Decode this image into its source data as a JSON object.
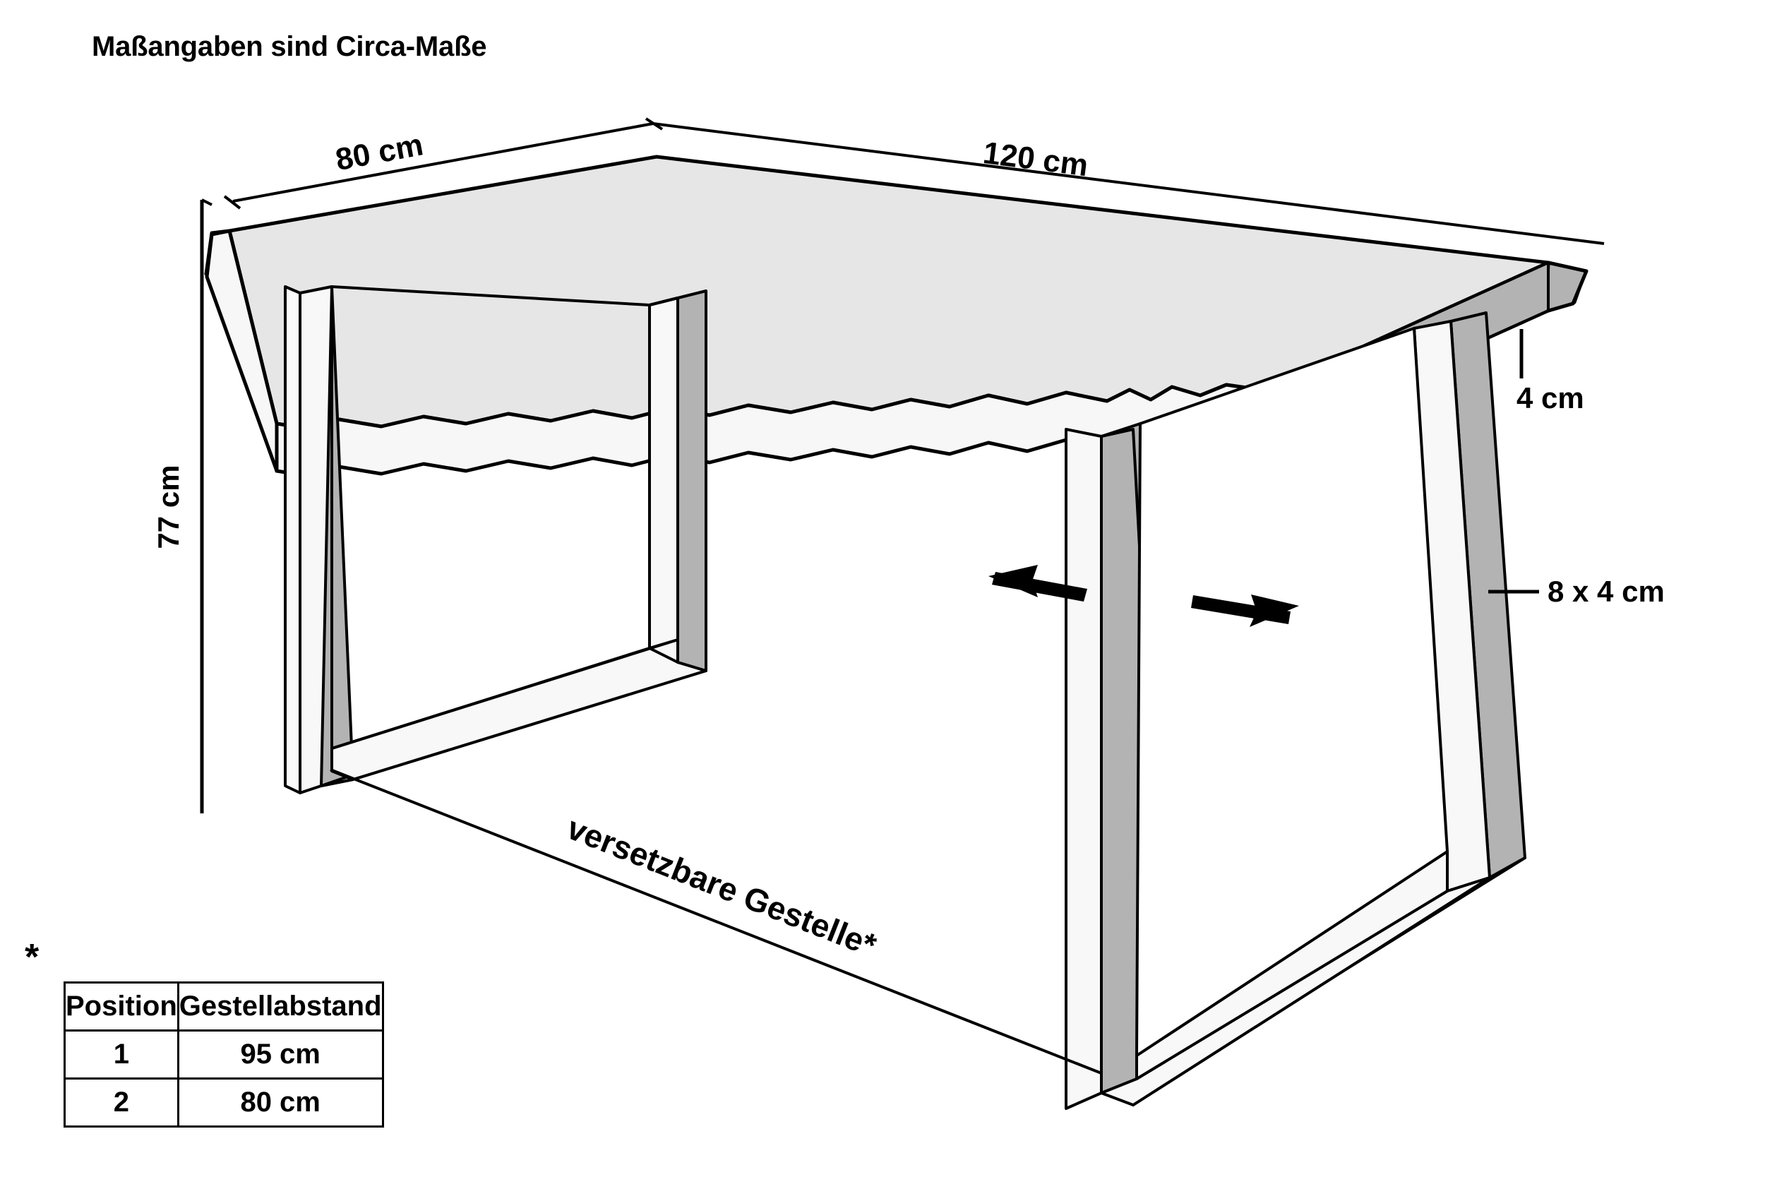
{
  "title": "Maßangaben sind Circa-Maße",
  "dimensions": {
    "depth": "80 cm",
    "width": "120 cm",
    "height": "77 cm",
    "top_thickness": "4 cm",
    "frame_profile": "8 x 4 cm"
  },
  "annotations": {
    "movable_frames": "versetzbare Gestelle*",
    "footnote_marker": "*"
  },
  "legend_table": {
    "headers": [
      "Position",
      "Gestellabstand"
    ],
    "rows": [
      {
        "position": "1",
        "distance": "95 cm"
      },
      {
        "position": "2",
        "distance": "80 cm"
      }
    ]
  },
  "colors": {
    "outline": "#000000",
    "background": "#ffffff",
    "top_surface": "#e6e6e6",
    "top_edge_light": "#f7f7f7",
    "frame_shade": "#b3b3b3",
    "frame_face": "#f5f5f5"
  }
}
